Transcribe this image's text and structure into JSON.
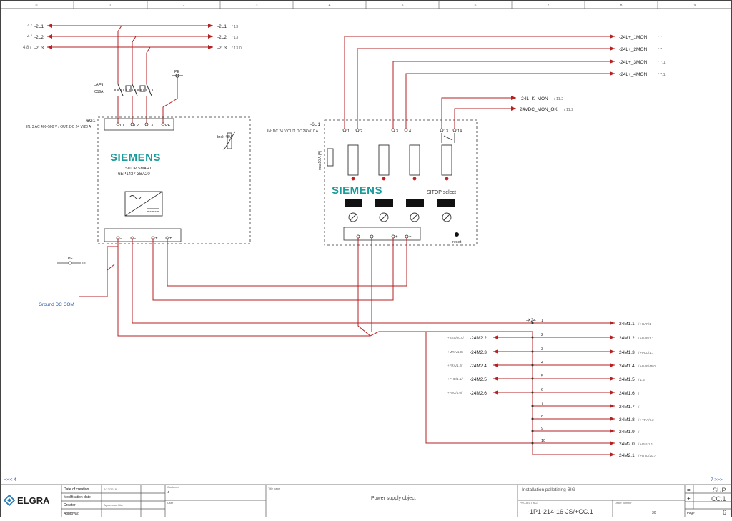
{
  "grid": {
    "columns": [
      "0",
      "1",
      "2",
      "3",
      "4",
      "5",
      "6",
      "7",
      "8",
      "9"
    ]
  },
  "inputs": [
    {
      "ref": "4 /",
      "label": "-2L1",
      "target": "-2L1",
      "target_ref": "/ 13"
    },
    {
      "ref": "4 /",
      "label": "-2L2",
      "target": "-2L2",
      "target_ref": "/ 13"
    },
    {
      "ref": "4.8 /",
      "label": "-2L3",
      "target": "-2L3",
      "target_ref": "/ 13.0"
    }
  ],
  "breaker": {
    "tag": "-6F1",
    "rating": "C16A",
    "pe": "PE"
  },
  "psu": {
    "tag": "-6G1",
    "spec": "IN: 3 AC 400-500 V / OUT: DC 24 V/20 A",
    "brand": "SIEMENS",
    "product": "SITOP SMART",
    "part": "6EP1437-3BA20",
    "terminals_in": [
      "L1",
      "L2",
      "L3",
      "PE"
    ],
    "terminals_out": [
      "-",
      "-",
      "+",
      "+"
    ],
    "adj": "brak 48V"
  },
  "select_module": {
    "tag": "-6U1",
    "spec": "IN: DC 24 V  OUT: DC 24 V/10 A",
    "brand": "SIEMENS",
    "product": "SITOP select",
    "terminals_top": [
      "1",
      "2",
      "3",
      "4",
      "13",
      "14"
    ],
    "terminals_bottom": [
      "-",
      "-",
      "+",
      "+"
    ],
    "side_label": "max10 A (A)",
    "reset": "reset"
  },
  "outputs_top": [
    {
      "label": "-24L+_1MON",
      "ref": "/ 7"
    },
    {
      "label": "-24L+_2MON",
      "ref": "/ 7"
    },
    {
      "label": "-24L+_3MON",
      "ref": "/ 7.1"
    },
    {
      "label": "-24L+_4MON",
      "ref": "/ 7.1"
    },
    {
      "label": "-24L_K_MON",
      "ref": "/ 11.2"
    },
    {
      "label": "24VDC_MON_OK",
      "ref": "/ 11.2"
    }
  ],
  "ground": {
    "pe": "PE",
    "label": "Ground DC COM"
  },
  "terminal_strip": {
    "tag": "-X24"
  },
  "left_feeds": [
    {
      "ref": "+BSS/20.0/",
      "label": "-24M2.2"
    },
    {
      "ref": "+MRA/1.0/",
      "label": "-24M2.3"
    },
    {
      "ref": "+FRA/1.2/",
      "label": "-24M2.4"
    },
    {
      "ref": "+PHE/1.1/",
      "label": "-24M2.5"
    },
    {
      "ref": "+PAC/1.0/",
      "label": "-24M2.6"
    }
  ],
  "right_outputs": [
    {
      "num": "1",
      "label": "24M1.1",
      "ref": "/ +BAF/1"
    },
    {
      "num": "2",
      "label": "24M1.2",
      "ref": "/ +BAF/1.1"
    },
    {
      "num": "3",
      "label": "24M1.3",
      "ref": "/ +PLC/1.1"
    },
    {
      "num": "4",
      "label": "24M1.4",
      "ref": "/ +BAF/45.0"
    },
    {
      "num": "5",
      "label": "24M1.5",
      "ref": "/ 1.5"
    },
    {
      "num": "6",
      "label": "24M1.6",
      "ref": "/"
    },
    {
      "num": "7",
      "label": "24M1.7",
      "ref": "/"
    },
    {
      "num": "8",
      "label": "24M1.8",
      "ref": "/ +TRA/7.2"
    },
    {
      "num": "9",
      "label": "24M1.9",
      "ref": "/"
    },
    {
      "num": "10",
      "label": "24M2.0",
      "ref": "/ +DIS/1.1"
    },
    {
      "num": "",
      "label": "24M2.1",
      "ref": "/ +BTO/20.7"
    }
  ],
  "footer": {
    "nav_prev": "<<<  4",
    "nav_next": "7  >>>",
    "logo": "ELGRA",
    "rows": [
      "Date of creation",
      "Modification date",
      "Creator",
      "Approval:"
    ],
    "date_value": "2/12/2018",
    "creator_value": "Agnieszka Kita",
    "customer_label": "Customer",
    "customer_value": "4",
    "user_label": "User",
    "title_label": "Title page",
    "title": "Power supply object",
    "project_desc": "Installation palletizing BIG",
    "project_label": "PROJECT NO.",
    "project_no": "-1P1-214-16-JS/+CC.1",
    "order_label": "Order number",
    "order_no": "30",
    "sign_minus": "=",
    "sign_plus": "+",
    "loc_sup": "SUP",
    "loc_cc": "CC.1",
    "page_label": "Page",
    "page_no": "6"
  }
}
